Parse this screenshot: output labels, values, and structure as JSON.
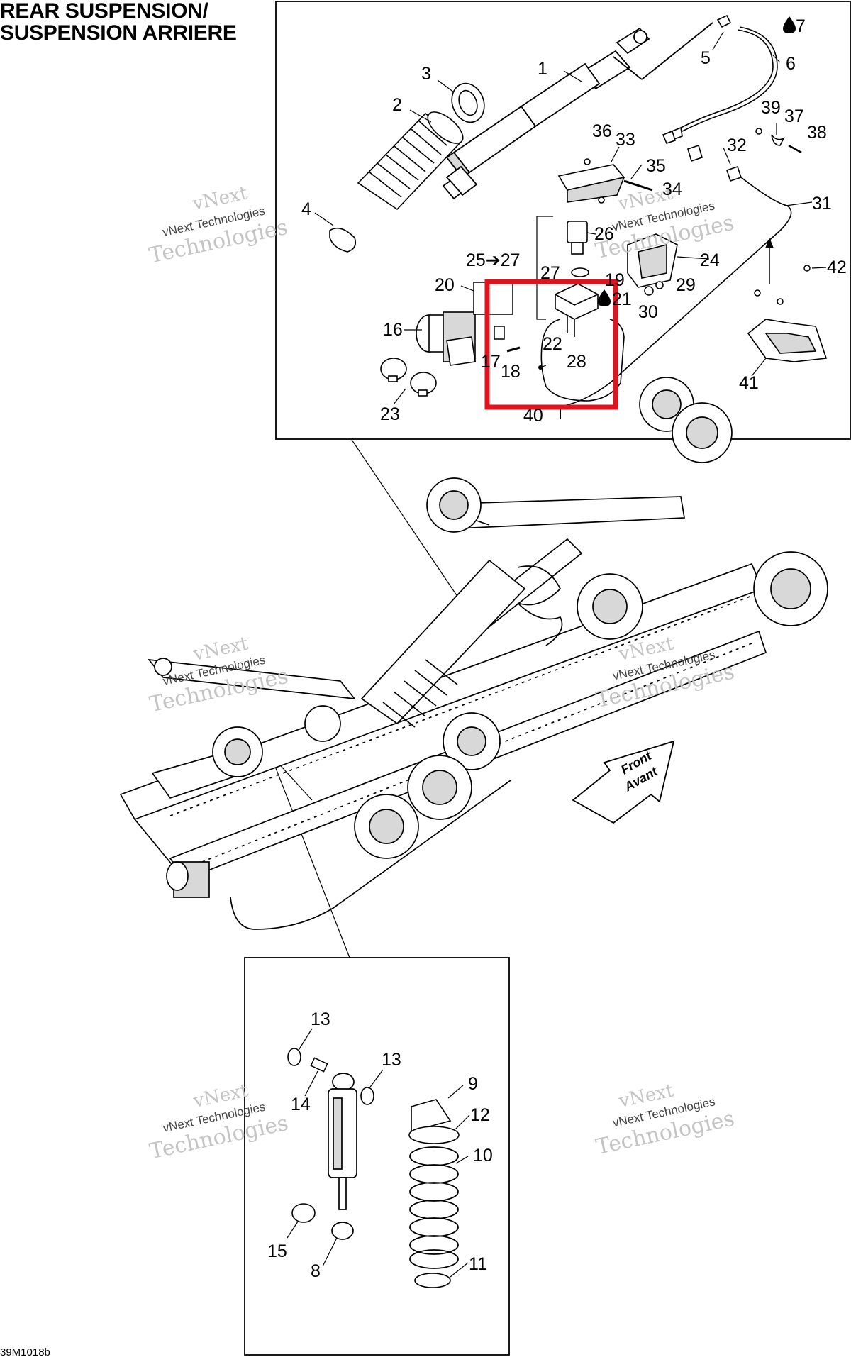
{
  "title": {
    "line1": "REAR SUSPENSION/",
    "line2": "SUSPENSION ARRIERE"
  },
  "figure_code": "39M1018b",
  "diagram_labels": {
    "front_arrow_en": "Front",
    "front_arrow_fr": "Avant"
  },
  "watermark": {
    "line1": "vNext",
    "line2": "vNext Technologies",
    "line3": "Technologies"
  },
  "callouts": {
    "c1": "1",
    "c2": "2",
    "c3": "3",
    "c4": "4",
    "c5": "5",
    "c6": "6",
    "c7": "7",
    "c8": "8",
    "c9": "9",
    "c10": "10",
    "c11": "11",
    "c12": "12",
    "c13a": "13",
    "c13b": "13",
    "c14": "14",
    "c15": "15",
    "c16": "16",
    "c17": "17",
    "c18": "18",
    "c19": "19",
    "c20": "20",
    "c21": "21",
    "c22": "22",
    "c23": "23",
    "c24": "24",
    "c25_27": "25➔27",
    "c26": "26",
    "c27": "27",
    "c28": "28",
    "c29": "29",
    "c30": "30",
    "c31": "31",
    "c32": "32",
    "c33": "33",
    "c34": "34",
    "c35": "35",
    "c36": "36",
    "c37": "37",
    "c38": "38",
    "c39": "39",
    "c40": "40",
    "c41": "41",
    "c42": "42"
  },
  "colors": {
    "line": "#000000",
    "highlight": "#e0141e",
    "watermark": "#c4c4c4",
    "part_fill": "#ffffff",
    "part_shade": "#d8d8d8"
  }
}
